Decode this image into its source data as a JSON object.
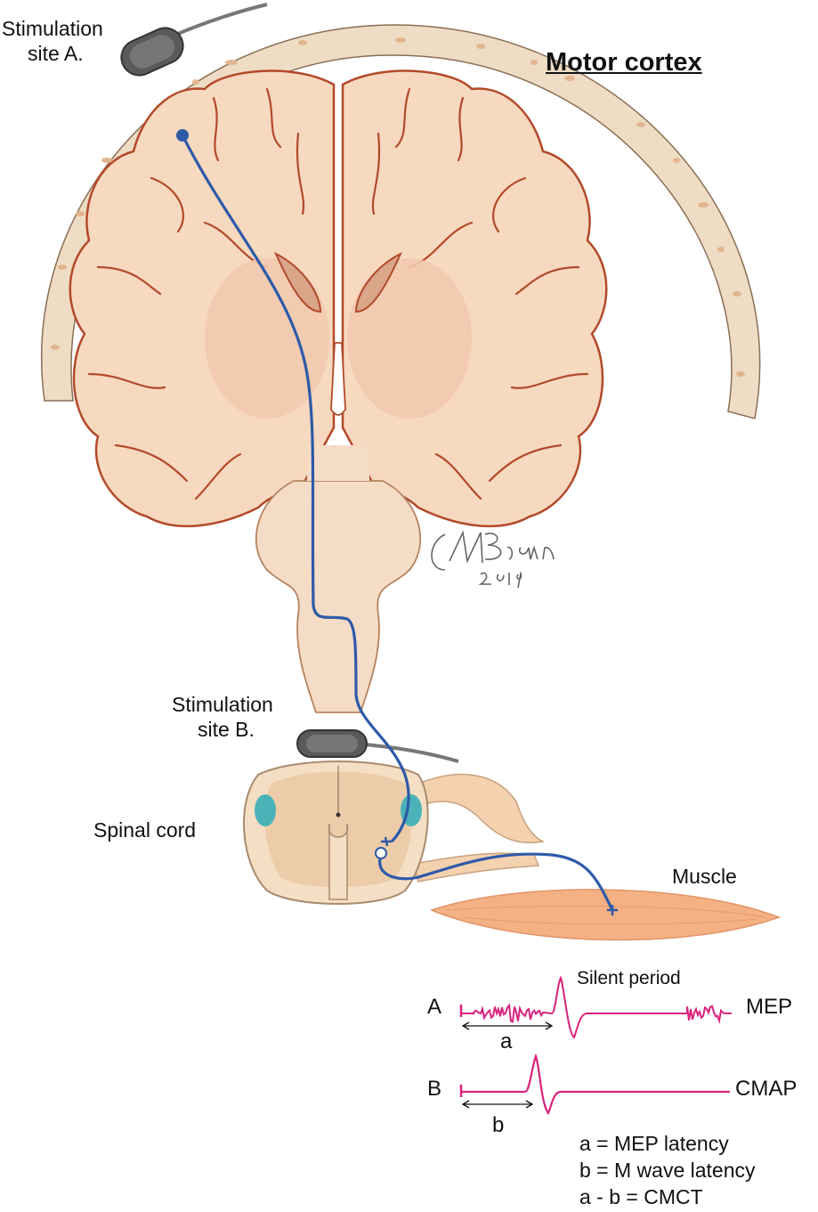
{
  "title": "Motor cortex",
  "labels": {
    "stim_a_line1": "Stimulation",
    "stim_a_line2": "site A.",
    "stim_b_line1": "Stimulation",
    "stim_b_line2": "site B.",
    "spinal_cord": "Spinal cord",
    "muscle": "Muscle",
    "signature_name": "CMBrown",
    "signature_year": "2019"
  },
  "traces": {
    "a_label": "A",
    "a_name": "MEP",
    "a_interval": "a",
    "silent_period": "Silent period",
    "b_label": "B",
    "b_name": "CMAP",
    "b_interval": "b"
  },
  "legend": [
    "a = MEP latency",
    "b = M wave latency",
    "a - b = CMCT"
  ],
  "colors": {
    "brain_fill": "#f7d9c0",
    "brain_outline": "#b24a2a",
    "deep_structures": "#f1c9ae",
    "skull": "#efdcc4",
    "pathway": "#2e5aa8",
    "trace": "#d8237e",
    "electrode": "#555555",
    "ventral_horn": "#4bb3b8",
    "muscle": "#f4b183"
  }
}
